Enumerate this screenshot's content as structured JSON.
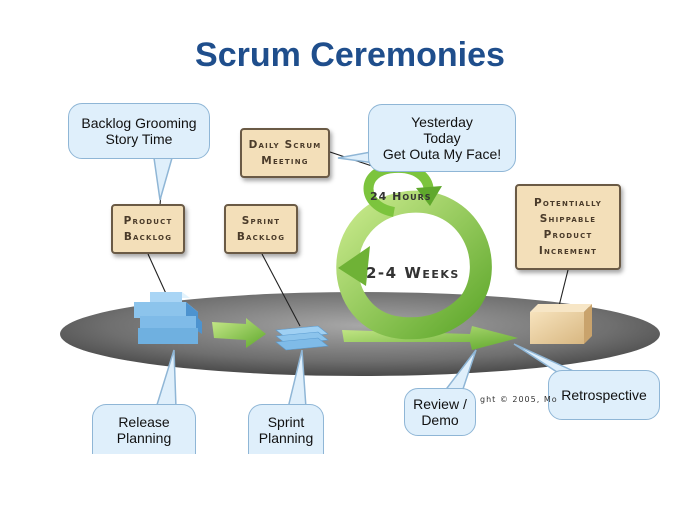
{
  "title": "Scrum Ceremonies",
  "boxes": {
    "product_backlog": [
      "Product",
      "Backlog"
    ],
    "sprint_backlog": [
      "Sprint",
      "Backlog"
    ],
    "daily_scrum": [
      "Daily Scrum",
      "Meeting"
    ],
    "increment": [
      "Potentially",
      "Shippable",
      "Product",
      "Increment"
    ]
  },
  "callouts": {
    "grooming": [
      "Backlog Grooming",
      "Story Time"
    ],
    "daily": [
      "Yesterday",
      "Today",
      "Get Outa My Face!"
    ],
    "release": [
      "Release",
      "Planning"
    ],
    "sprint_planning": [
      "Sprint",
      "Planning"
    ],
    "review": [
      "Review /",
      "Demo"
    ],
    "retrospective": "Retrospective"
  },
  "cycle_labels": {
    "hours": "24 Hours",
    "weeks": "2-4 Weeks"
  },
  "copyright": "ght © 2005, Mo"
}
